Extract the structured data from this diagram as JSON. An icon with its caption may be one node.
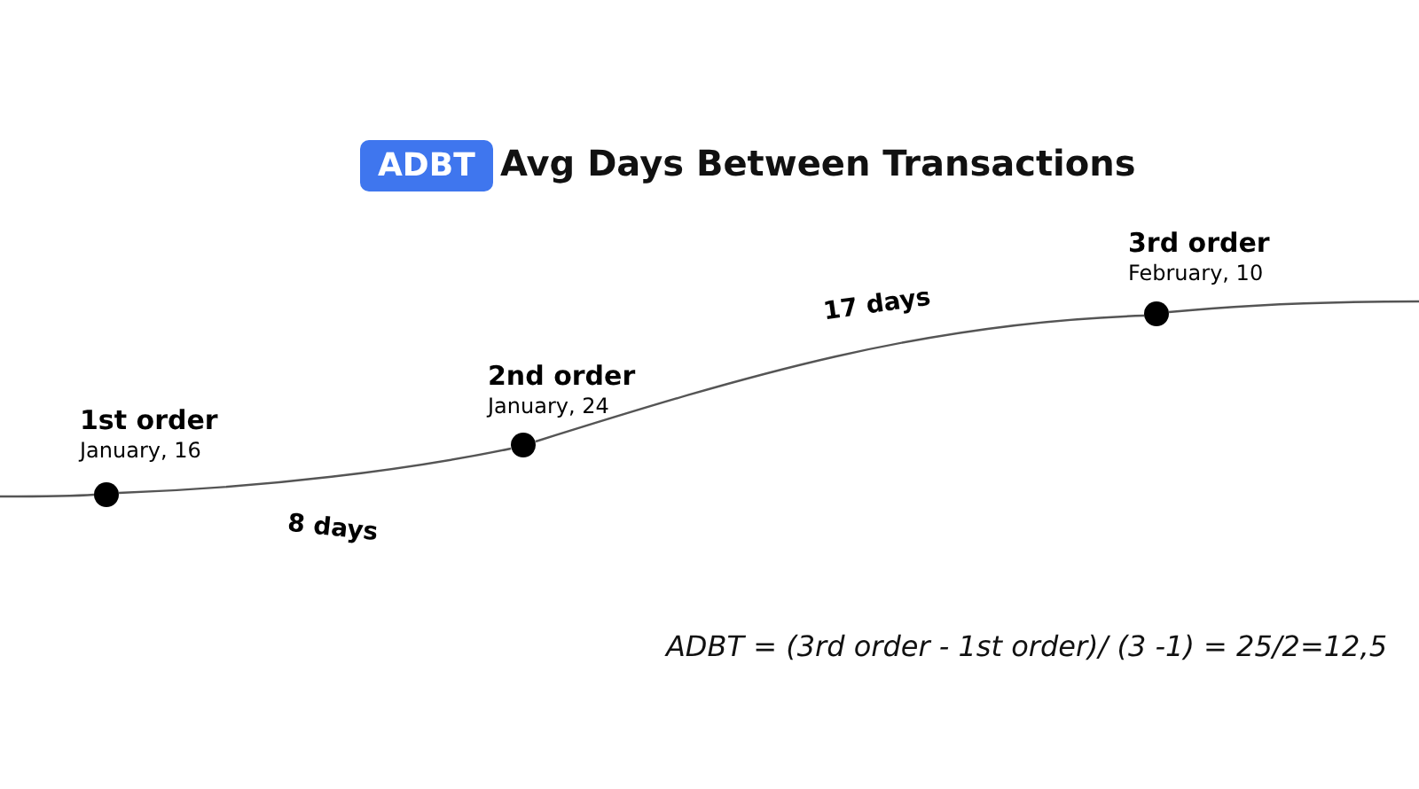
{
  "diagram": {
    "title": "Avg Days Between Transactions",
    "nodes": [
      {
        "text": [
          "ADBT"
        ]
      },
      {
        "text": [],
        "shape": "circle",
        "beside": [
          "1st order",
          "January, 16"
        ]
      },
      {
        "text": [],
        "shape": "circle",
        "beside": [
          "2nd order",
          "January, 24"
        ]
      },
      {
        "text": [],
        "shape": "circle",
        "beside": [
          "3rd order",
          "February, 10"
        ]
      }
    ],
    "edges": [
      {
        "from": null,
        "to": 1,
        "arrow": "none"
      },
      {
        "from": 1,
        "to": 2,
        "arrow": "none",
        "label": "8 days"
      },
      {
        "from": 2,
        "to": 3,
        "arrow": "none",
        "label": "17 days"
      },
      {
        "from": 3,
        "to": null,
        "arrow": "none"
      }
    ],
    "labels": [
      "ADBT = (3rd order - 1st order)/ (3 -1) = 25/2=12,5"
    ]
  }
}
